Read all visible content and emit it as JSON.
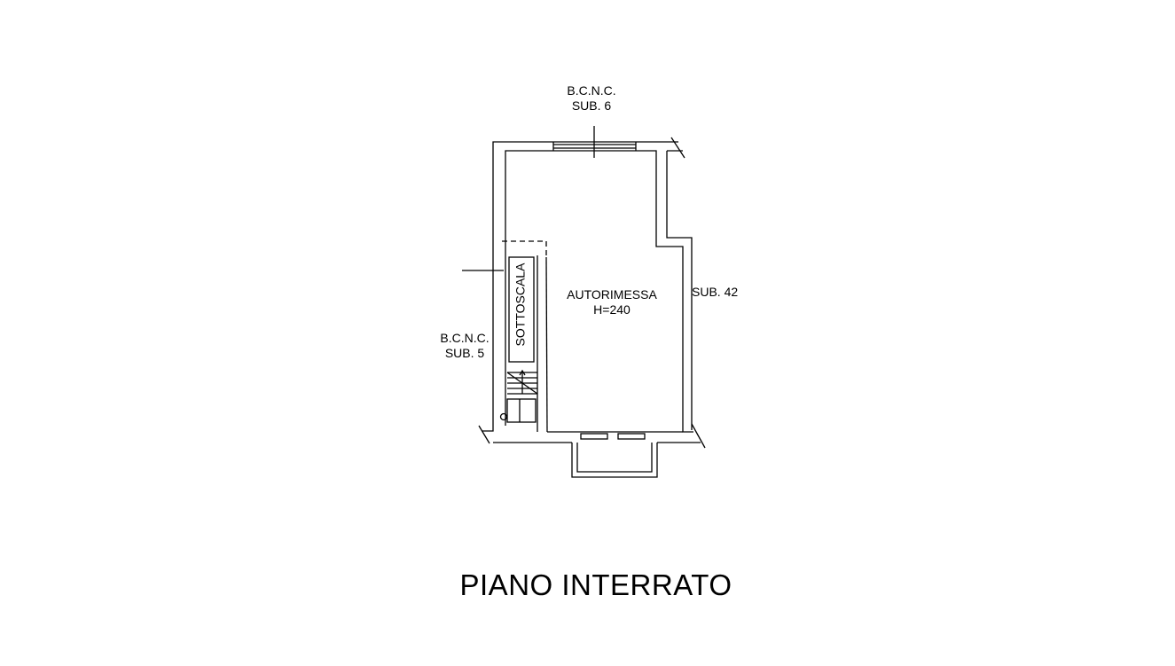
{
  "plan": {
    "title": "PIANO INTERRATO",
    "neighbor_top": {
      "line1": "B.C.N.C.",
      "line2": "SUB. 6"
    },
    "neighbor_left": {
      "line1": "B.C.N.C.",
      "line2": "SUB. 5"
    },
    "neighbor_right": "SUB. 42",
    "room": {
      "name": "AUTORIMESSA",
      "height": "H=240"
    },
    "stair_label": "SOTTOSCALA"
  }
}
